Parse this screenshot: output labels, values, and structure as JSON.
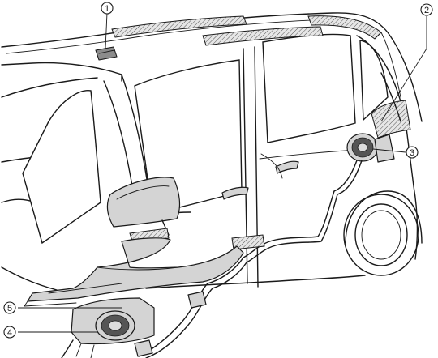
{
  "callouts": [
    {
      "id": "1",
      "label": "1",
      "part": "roof-air-outlet"
    },
    {
      "id": "2",
      "label": "2",
      "part": "rear-duct"
    },
    {
      "id": "3",
      "label": "3",
      "part": "rear-blower-unit"
    },
    {
      "id": "4",
      "label": "4",
      "part": "front-blower-unit"
    },
    {
      "id": "5",
      "label": "5",
      "part": "floor-duct"
    }
  ]
}
